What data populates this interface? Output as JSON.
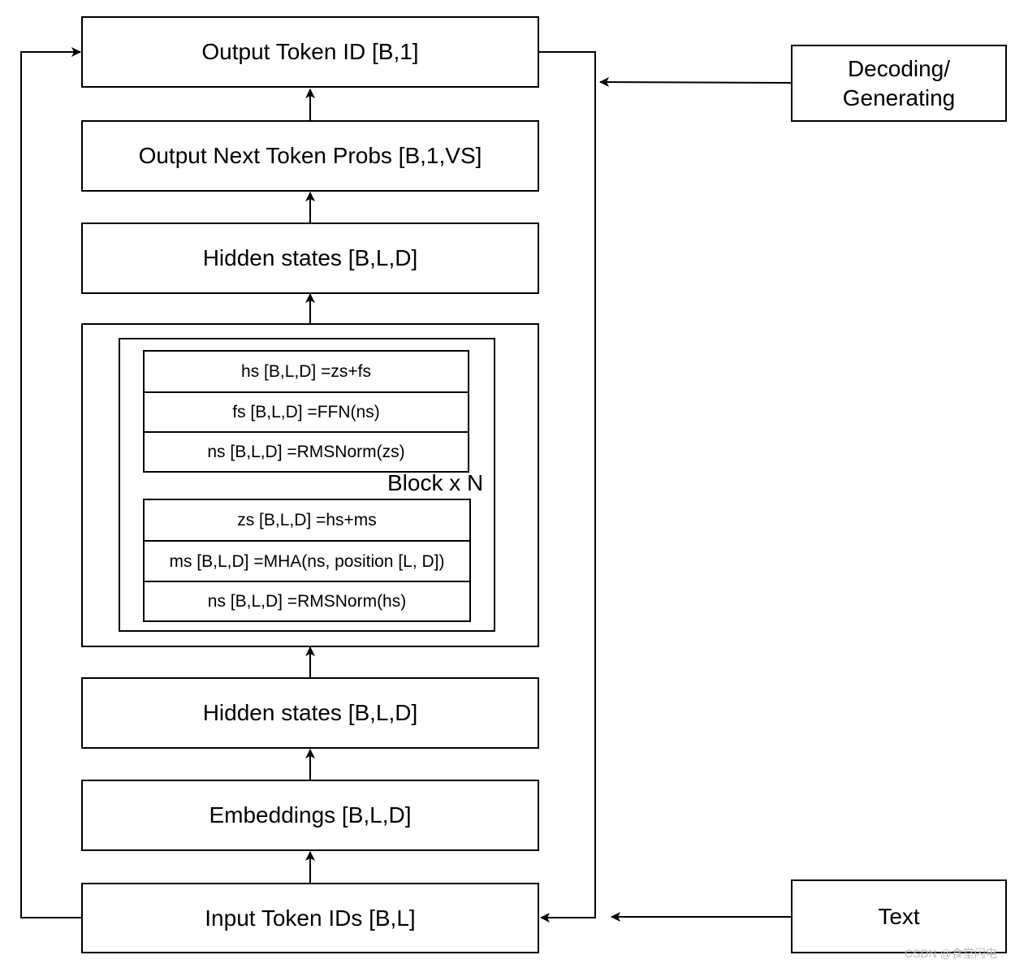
{
  "boxes": {
    "output_token_id": "Output Token ID [B,1]",
    "output_next_token_probs": "Output Next Token Probs [B,1,VS]",
    "hidden_states_top": "Hidden states [B,L,D]",
    "hidden_states_bottom": "Hidden states [B,L,D]",
    "embeddings": "Embeddings [B,L,D]",
    "input_token_ids": "Input Token IDs [B,L]"
  },
  "block": {
    "label": "Block x N",
    "ffn_group": [
      "hs [B,L,D] =zs+fs",
      "fs [B,L,D] =FFN(ns)",
      "ns [B,L,D] =RMSNorm(zs)"
    ],
    "attn_group": [
      "zs [B,L,D] =hs+ms",
      "ms [B,L,D] =MHA(ns, position [L, D])",
      "ns [B,L,D] =RMSNorm(hs)"
    ]
  },
  "side": {
    "decoding_line1": "Decoding/",
    "decoding_line2": "Generating",
    "text": "Text"
  },
  "watermark": "CSDN @食堂闪电"
}
